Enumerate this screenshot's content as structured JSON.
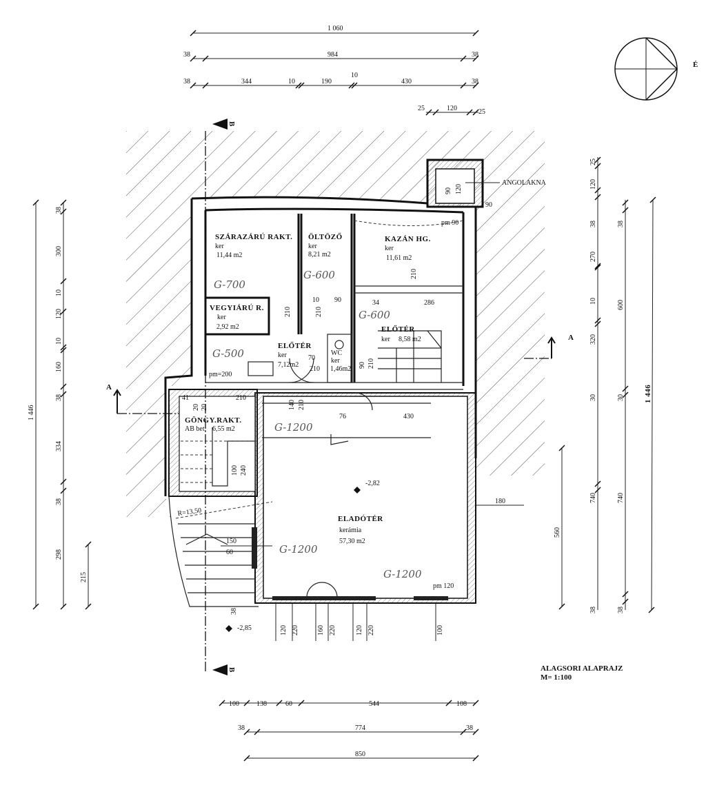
{
  "title": {
    "name": "ALAGSORI  ALAPRAJZ",
    "scale": "M= 1:100"
  },
  "compass": {
    "north_label": "É"
  },
  "section_marks": {
    "b_top": "B",
    "b_bottom": "B",
    "a_left": "A",
    "a_right": "A"
  },
  "rooms": [
    {
      "name": "SZÁRAZÁRÚ RAKT.",
      "floor": "ker",
      "area": "11,44 m2"
    },
    {
      "name": "ÖLTÖZŐ",
      "floor": "ker",
      "area": "8,21 m2"
    },
    {
      "name": "KAZÁN HG.",
      "floor": "ker",
      "area": "11,61 m2"
    },
    {
      "name": "VEGYIÁRÚ R.",
      "floor": "ker",
      "area": "2,92 m2"
    },
    {
      "name": "ELŐTÉR",
      "floor": "ker",
      "area": "7,12m2"
    },
    {
      "name": "WC",
      "floor": "ker",
      "area": "1,46m2"
    },
    {
      "name": "ELŐTÉR",
      "floor": "ker",
      "area": "8,58 m2"
    },
    {
      "name": "GÖNGY.RAKT.",
      "floor": "AB bet.",
      "area": "6,55 m2"
    },
    {
      "name": "ELADÓTÉR",
      "floor": "kerámia",
      "area": "57,30 m2"
    }
  ],
  "annotations": {
    "angolakna": "ANGOLAKNA",
    "pm_90": "pm 90",
    "pm_200": "pm=200",
    "pm_120": "pm 120",
    "level_main": "-2,82",
    "level_entry": "-2,85",
    "radius": "R=13,50"
  },
  "handwritten": [
    "G-700",
    "G-600",
    "G-600",
    "G-500",
    "G-1200",
    "G-1200",
    "G-1200"
  ],
  "dims": {
    "top1": [
      "1 060"
    ],
    "top2": [
      "38",
      "984",
      "38"
    ],
    "top3": [
      "38",
      "344",
      "10",
      "190",
      "10",
      "430",
      "38"
    ],
    "top4": [
      "25",
      "120",
      "25"
    ],
    "bottom1": [
      "100",
      "138",
      "60",
      "544",
      "108"
    ],
    "bottom2": [
      "38",
      "774",
      "38"
    ],
    "bottom3": [
      "850"
    ],
    "left_total": "1 446",
    "left": [
      "38",
      "300",
      "10",
      "120",
      "10",
      "160",
      "38",
      "334",
      "38",
      "298"
    ],
    "left_short": "215",
    "right1": [
      "25",
      "120",
      "38",
      "270",
      "10",
      "320",
      "30",
      "740",
      "38"
    ],
    "right2": [
      "38",
      "600",
      "30",
      "740",
      "38"
    ],
    "right_total": "1 446",
    "right_short": "560",
    "inner": [
      "90",
      "120",
      "90",
      "210",
      "10",
      "90",
      "34",
      "286",
      "210",
      "210",
      "70",
      "210",
      "90",
      "210",
      "41",
      "210",
      "20",
      "20",
      "140",
      "210",
      "76",
      "430",
      "100",
      "240",
      "180",
      "150",
      "60",
      "38"
    ],
    "openings": [
      "120",
      "220",
      "160",
      "220",
      "120",
      "220",
      "100"
    ]
  }
}
